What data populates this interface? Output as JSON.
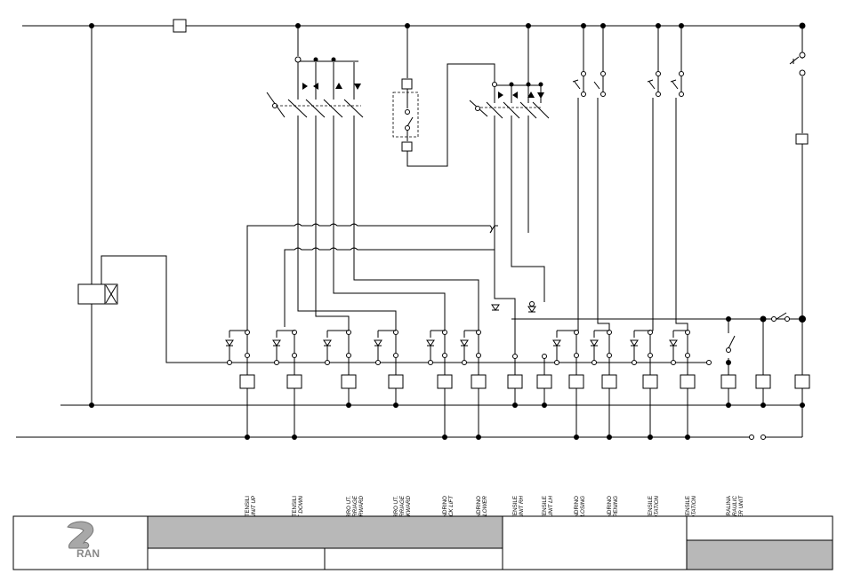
{
  "labels": [
    {
      "it": "SU GR.UTENSILI",
      "en": [
        "TOOLS UNIT UP"
      ]
    },
    {
      "it": "GIU GR.UTENSILI",
      "en": [
        "TOOLS UNIT DOWN"
      ]
    },
    {
      "it": "AVANTI CARRO UT.",
      "en": [
        "TOOL CARRIAGE",
        "FORWARD"
      ]
    },
    {
      "it": "INDIETRO CARRO UT.",
      "en": [
        "TOOL CARRIAGE",
        "BACKWARD"
      ]
    },
    {
      "it": "ALZA MANDRINO",
      "en": [
        "CHUCK LIFT"
      ]
    },
    {
      "it": "ABBASSA MANDRINO",
      "en": [
        "CHUCK LOWER"
      ]
    },
    {
      "it": "DX GR.UTENSILE",
      "en": [
        "TOOL UNIT RH"
      ]
    },
    {
      "it": "SX GR.UTENSILE",
      "en": [
        "TOOL UNIT LH"
      ]
    },
    {
      "it": "CHIUS.MANDRINO",
      "en": [
        "CHUCK CLOSING"
      ]
    },
    {
      "it": "APERT. MANDRINO",
      "en": [
        "CHUCK OPENING"
      ]
    },
    {
      "it": "ROTAZ.UTENSILE",
      "en": [
        "TOOL ROTATION"
      ]
    },
    {
      "it": "ROTAZ.UTENSILE",
      "en": [
        "TOOL ROTATION"
      ]
    },
    {
      "it": "CENTRALINA",
      "en": [
        "HYDRAULIC",
        "POWER UNIT"
      ]
    }
  ],
  "title_block": {
    "logo": "RAN",
    "cells": [
      "",
      "",
      "",
      "",
      "",
      ""
    ]
  },
  "colors": {
    "line": "#000000",
    "title_fill": "#b8b8b8",
    "background": "#ffffff"
  }
}
